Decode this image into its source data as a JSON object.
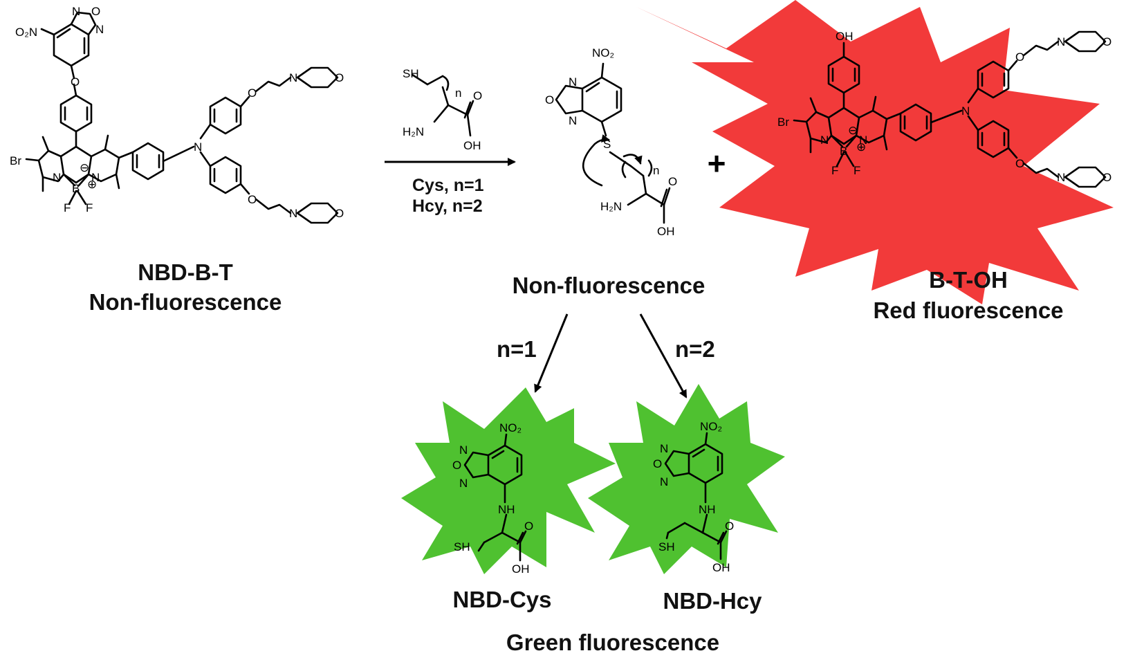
{
  "colors": {
    "red_burst": "#f23a3a",
    "green_burst": "#4fc130",
    "ink": "#000000"
  },
  "reactant": {
    "name": "NBD-B-T",
    "state": "Non-fluorescence"
  },
  "reagent": {
    "sh": "SH",
    "n": "n",
    "h2n": "H₂N",
    "oh": "OH",
    "line1": "Cys,  n=1",
    "line2": "Hcy,  n=2"
  },
  "intermediate": {
    "state": "Non-fluorescence",
    "no2": "NO₂",
    "s": "S",
    "n": "n",
    "h2n": "H₂N",
    "oh": "OH"
  },
  "product_red": {
    "name": "B-T-OH",
    "state": "Red  fluorescence",
    "oh": "OH",
    "br": "Br",
    "f1": "F",
    "f2": "F"
  },
  "plus": "+",
  "branches": {
    "left": "n=1",
    "right": "n=2"
  },
  "product_cys": {
    "name": "NBD-Cys",
    "no2": "NO₂",
    "nh": "NH",
    "sh": "SH",
    "oh": "OH"
  },
  "product_hcy": {
    "name": "NBD-Hcy",
    "no2": "NO₂",
    "nh": "NH",
    "sh": "SH",
    "oh": "OH"
  },
  "green_state": "Green  fluorescence",
  "atoms": {
    "no2": "O₂N",
    "o": "O",
    "n": "N",
    "br": "Br",
    "b": "B",
    "f": "F",
    "minus": "⊖",
    "plus": "⊕"
  }
}
